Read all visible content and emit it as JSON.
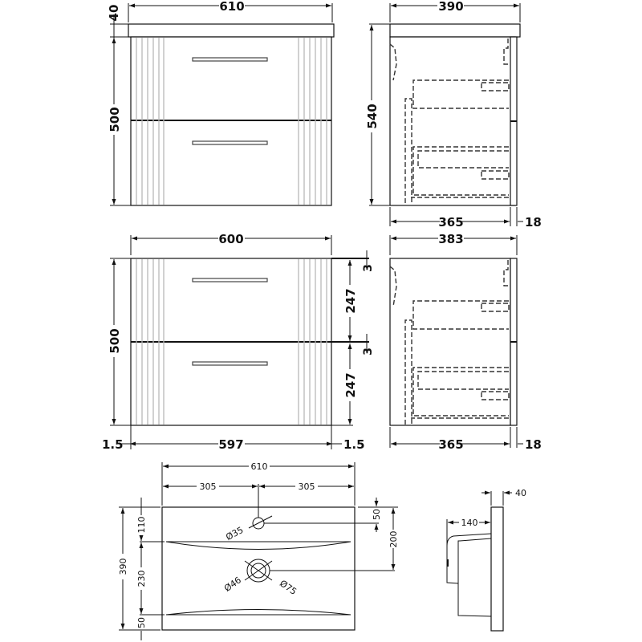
{
  "diagram": {
    "subject": "Wall-hung 2-drawer vanity unit with basin — dimensions (mm)",
    "views": {
      "front_with_basin": {
        "overall_width": "610",
        "top_thickness": "40",
        "cabinet_height": "500"
      },
      "side_with_basin": {
        "overall_depth": "390",
        "overall_height": "540",
        "carcass_depth": "365",
        "front_depth": "18"
      },
      "front_cabinet": {
        "overall_width": "600",
        "height": "500",
        "inner_width": "597",
        "left_gap": "1.5",
        "right_gap": "1.5",
        "drawer_height_top": "247",
        "drawer_height_bottom": "247",
        "drawer_gap_top": "3",
        "drawer_gap_middle": "3"
      },
      "side_cabinet": {
        "overall_depth": "383",
        "carcass_depth": "365",
        "front_depth": "18"
      },
      "basin_plan": {
        "overall_width": "610",
        "half_width_left": "305",
        "half_width_right": "305",
        "overall_depth": "390",
        "rear_to_bowl": "110",
        "bowl_depth": "230",
        "front_lip": "50",
        "tap_hole_from_rear": "50",
        "waste_from_rear": "200",
        "tap_hole_diameter": "Ø35",
        "waste_inner_diameter": "Ø46",
        "waste_outer_diameter": "Ø75"
      },
      "basin_section": {
        "thickness": "40",
        "bowl_projection": "140"
      }
    }
  }
}
